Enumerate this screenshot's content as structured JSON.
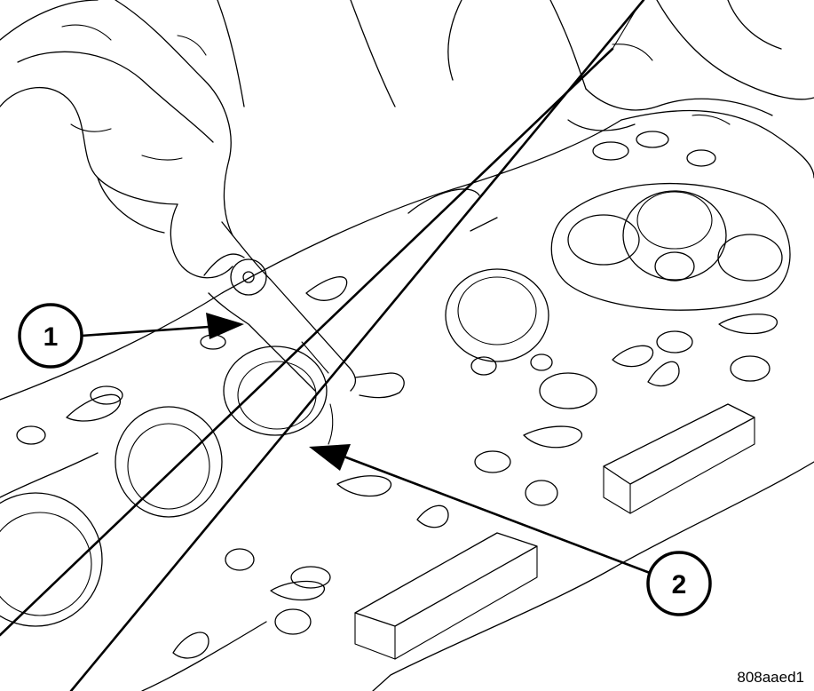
{
  "callouts": [
    {
      "number": "1",
      "target": "feeler-gauge"
    },
    {
      "number": "2",
      "target": "straight-edge-gap"
    }
  ],
  "figure_id": "808aaed1",
  "colors": {
    "line": "#000000",
    "background": "#ffffff"
  }
}
